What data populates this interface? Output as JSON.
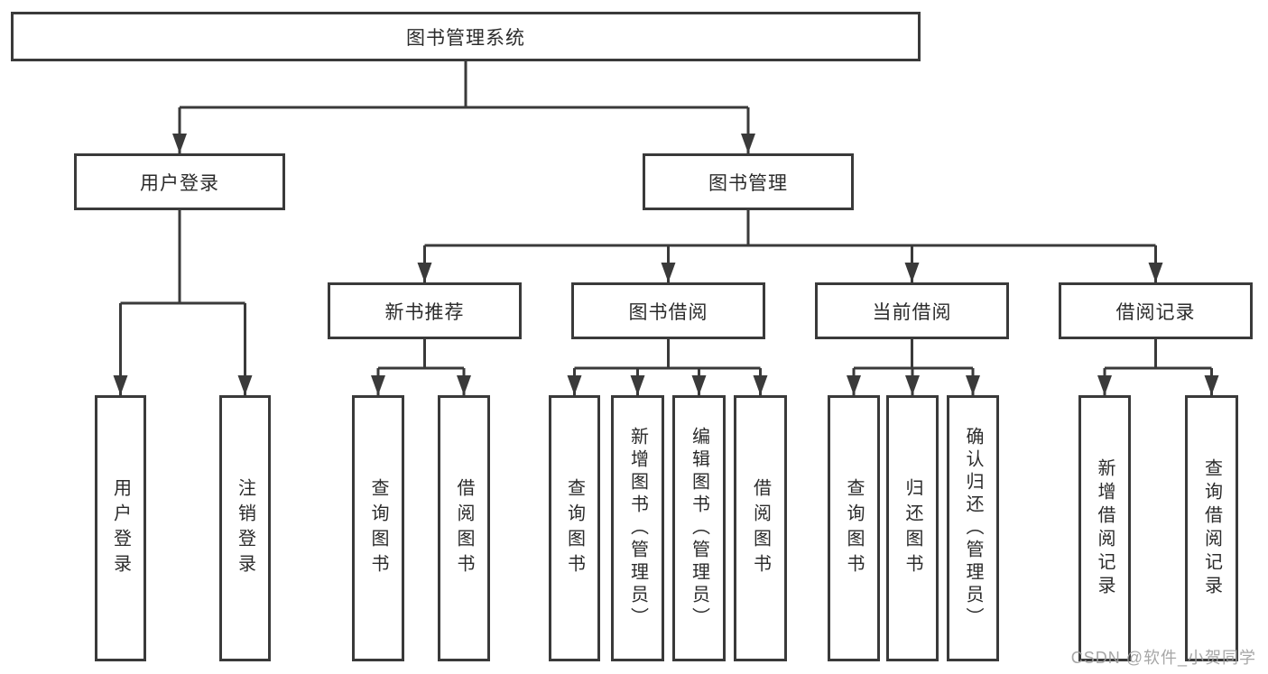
{
  "diagram": {
    "type": "hierarchy-diagram",
    "tree": {
      "label": "图书管理系统",
      "children": [
        {
          "label": "用户登录",
          "children": [
            {
              "label": "用户登录"
            },
            {
              "label": "注销登录"
            }
          ]
        },
        {
          "label": "图书管理",
          "children": [
            {
              "label": "新书推荐",
              "children": [
                {
                  "label": "查询图书"
                },
                {
                  "label": "借阅图书"
                }
              ]
            },
            {
              "label": "图书借阅",
              "children": [
                {
                  "label": "查询图书"
                },
                {
                  "label": "新增图书（管理员）"
                },
                {
                  "label": "编辑图书（管理员）"
                },
                {
                  "label": "借阅图书"
                }
              ]
            },
            {
              "label": "当前借阅",
              "children": [
                {
                  "label": "查询图书"
                },
                {
                  "label": "归还图书"
                },
                {
                  "label": "确认归还（管理员）"
                }
              ]
            },
            {
              "label": "借阅记录",
              "children": [
                {
                  "label": "新增借阅记录"
                },
                {
                  "label": "查询借阅记录"
                }
              ]
            }
          ]
        }
      ]
    },
    "colors": {
      "line": "#3a3a3a",
      "box_border": "#3a3a3a",
      "text": "#2b2b2b",
      "background": "#ffffff",
      "watermark": "#9e9e9e"
    }
  },
  "watermark": {
    "text": "CSDN @软件_小贺同学"
  }
}
